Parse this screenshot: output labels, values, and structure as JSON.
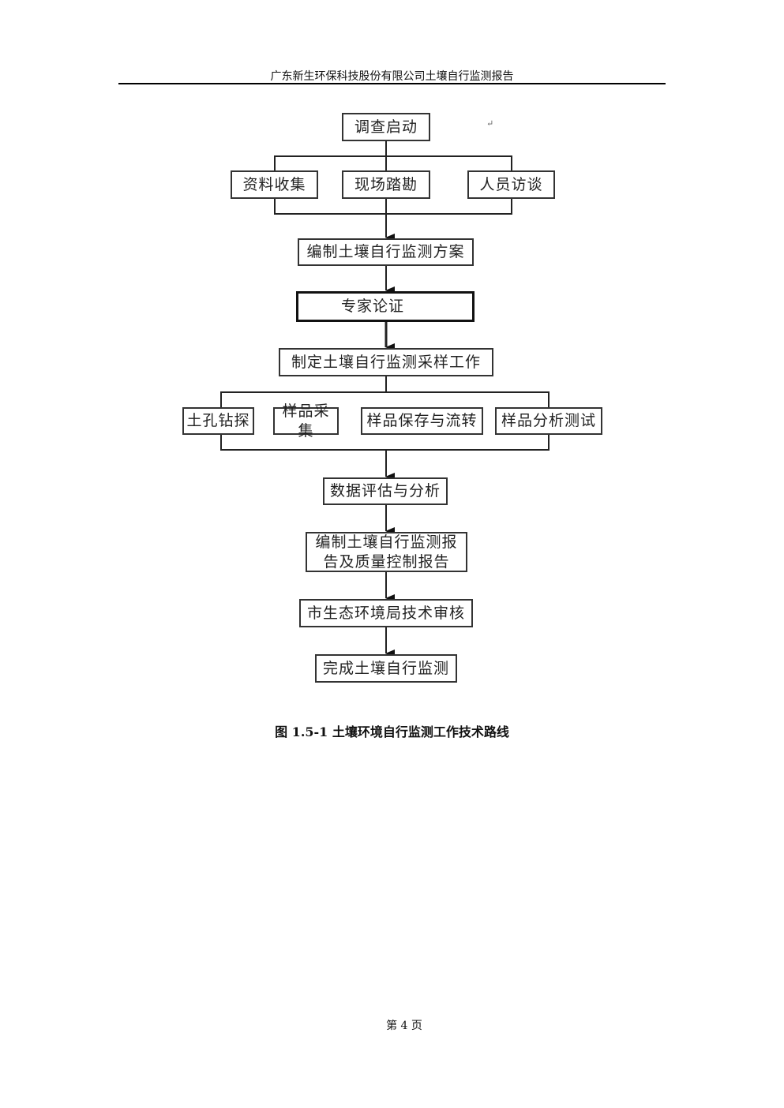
{
  "header": {
    "title": "广东新生环保科技股份有限公司土壤自行监测报告"
  },
  "paragraph_mark": "↵",
  "flowchart": {
    "start": "调查启动",
    "stage1": [
      "资料收集",
      "现场踏勘",
      "人员访谈"
    ],
    "plan": "编制土壤自行监测方案",
    "review": "专家论证",
    "sampling_plan": "制定土壤自行监测采样工作",
    "stage2": [
      "土孔钻探",
      "样品采集",
      "样品保存与流转",
      "样品分析测试"
    ],
    "evaluate": "数据评估与分析",
    "report_line1": "编制土壤自行监测报",
    "report_line2": "告及质量控制报告",
    "audit": "市生态环境局技术审核",
    "finish": "完成土壤自行监测"
  },
  "caption": "图  1.5-1  土壤环境自行监测工作技术路线",
  "footer": {
    "page": "第  4  页"
  }
}
